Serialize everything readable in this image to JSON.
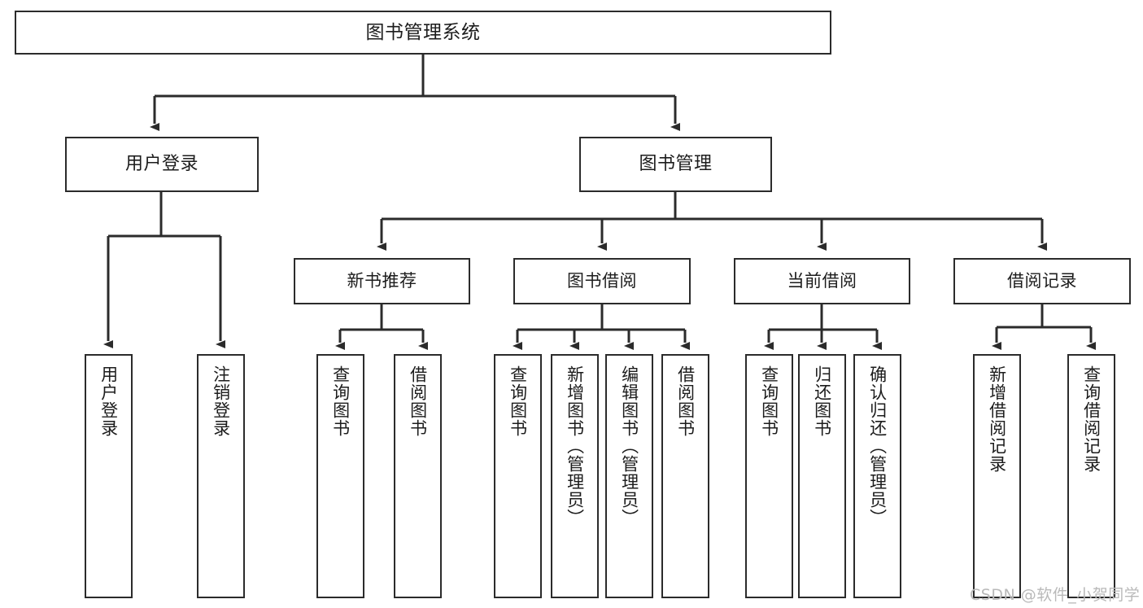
{
  "diagram": {
    "title": "图书管理系统",
    "type": "tree",
    "watermark": "CSDN @软件_小贺同学",
    "colors": {
      "box_border": "#2b2b2b",
      "box_fill": "#ffffff",
      "connector": "#2b2b2b",
      "text": "#1c1c1c",
      "watermark": "#b9b9b9",
      "background": "#ffffff"
    },
    "nodes": {
      "root": {
        "label": "图书管理系统",
        "level": 1
      },
      "l2": [
        {
          "id": "user_login",
          "label": "用户登录"
        },
        {
          "id": "book_manage",
          "label": "图书管理"
        }
      ],
      "l3": [
        {
          "id": "new_book_rec",
          "label": "新书推荐",
          "parent": "book_manage"
        },
        {
          "id": "book_borrow",
          "label": "图书借阅",
          "parent": "book_manage"
        },
        {
          "id": "current_borrow",
          "label": "当前借阅",
          "parent": "book_manage"
        },
        {
          "id": "borrow_record",
          "label": "借阅记录",
          "parent": "book_manage"
        }
      ],
      "leaves": [
        {
          "id": "leaf_user_login",
          "label": "用户登录",
          "parent": "user_login"
        },
        {
          "id": "leaf_logout",
          "label": "注销登录",
          "parent": "user_login"
        },
        {
          "id": "leaf_query_book_1",
          "label": "查询图书",
          "parent": "new_book_rec"
        },
        {
          "id": "leaf_borrow_book_1",
          "label": "借阅图书",
          "parent": "new_book_rec"
        },
        {
          "id": "leaf_query_book_2",
          "label": "查询图书",
          "parent": "book_borrow"
        },
        {
          "id": "leaf_add_book",
          "label": "新增图书（管理员）",
          "parent": "book_borrow"
        },
        {
          "id": "leaf_edit_book",
          "label": "编辑图书（管理员）",
          "parent": "book_borrow"
        },
        {
          "id": "leaf_borrow_book_2",
          "label": "借阅图书",
          "parent": "book_borrow"
        },
        {
          "id": "leaf_query_book_3",
          "label": "查询图书",
          "parent": "current_borrow"
        },
        {
          "id": "leaf_return_book",
          "label": "归还图书",
          "parent": "current_borrow"
        },
        {
          "id": "leaf_confirm_return",
          "label": "确认归还（管理员）",
          "parent": "current_borrow"
        },
        {
          "id": "leaf_add_record",
          "label": "新增借阅记录",
          "parent": "borrow_record"
        },
        {
          "id": "leaf_query_record",
          "label": "查询借阅记录",
          "parent": "borrow_record"
        }
      ]
    }
  }
}
